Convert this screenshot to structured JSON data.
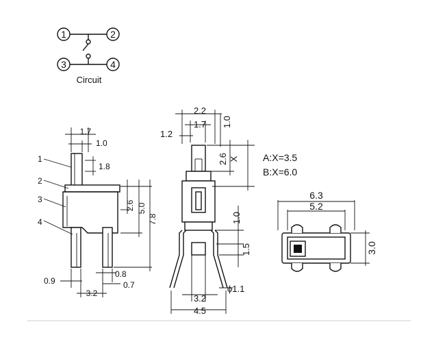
{
  "circuit": {
    "pins": [
      "1",
      "2",
      "3",
      "4"
    ],
    "label": "Circuit"
  },
  "side_view": {
    "callouts": [
      "1",
      "2",
      "3",
      "4"
    ],
    "dims": {
      "top_width": "1.7",
      "pin_gap": "1.0",
      "stem_height": "1.8",
      "body_h1": "2.6",
      "body_h2": "5.0",
      "overall_h": "7.8",
      "left_lead": "0.9",
      "bottom_pitch": "3.2",
      "lead_w1": "0.8",
      "lead_w2": "0.7"
    }
  },
  "front_view": {
    "dims": {
      "cap_width": "2.2",
      "cap_inner": "1.7",
      "cap_left": "1.2",
      "cap_top": "1.0",
      "travel": "2.6",
      "travel_x": "X",
      "lead_len": "1.0",
      "lead_step": "1.5",
      "hole_dia": "ϕ1.1",
      "pitch": "3.2",
      "width": "4.5"
    },
    "notes": [
      "A:X=3.5",
      "B:X=6.0"
    ]
  },
  "top_view": {
    "dims": {
      "outer_w": "6.3",
      "inner_w": "5.2",
      "height": "3.0"
    }
  }
}
